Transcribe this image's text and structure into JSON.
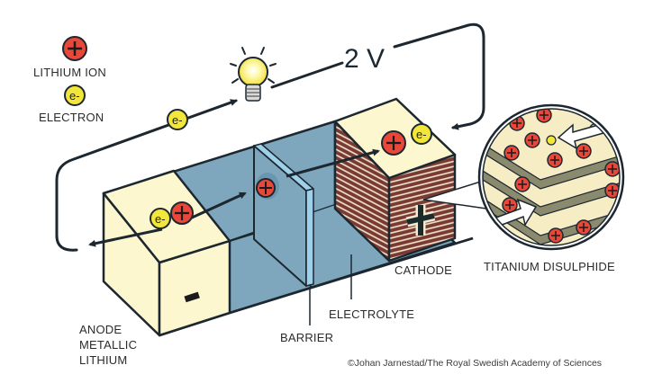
{
  "title": "Lithium-ion battery diagram (Whittingham)",
  "legend": {
    "lithium_ion_label": "LITHIUM ION",
    "electron_label": "ELECTRON",
    "ion_symbol": "+",
    "electron_symbol": "e-"
  },
  "voltage_label": "2 V",
  "labels": {
    "anode_line1": "ANODE",
    "anode_line2": "METALLIC",
    "anode_line3": "LITHIUM",
    "barrier": "BARRIER",
    "electrolyte": "ELECTROLYTE",
    "cathode": "CATHODE",
    "titanium_disulphide": "TITANIUM DISULPHIDE"
  },
  "anode_sign": "−",
  "cathode_sign": "+",
  "credit": "©Johan Jarnestad/The Royal Swedish Academy of Sciences",
  "colors": {
    "ion_red": "#e8473a",
    "electron_yellow": "#f2e63a",
    "electrolyte_blue": "#7ea7bd",
    "barrier_blue": "#9fd0ea",
    "electrode_cream": "#fdf7cf",
    "cathode_stripe_brown": "#7a3a34",
    "outline": "#1c2730"
  }
}
